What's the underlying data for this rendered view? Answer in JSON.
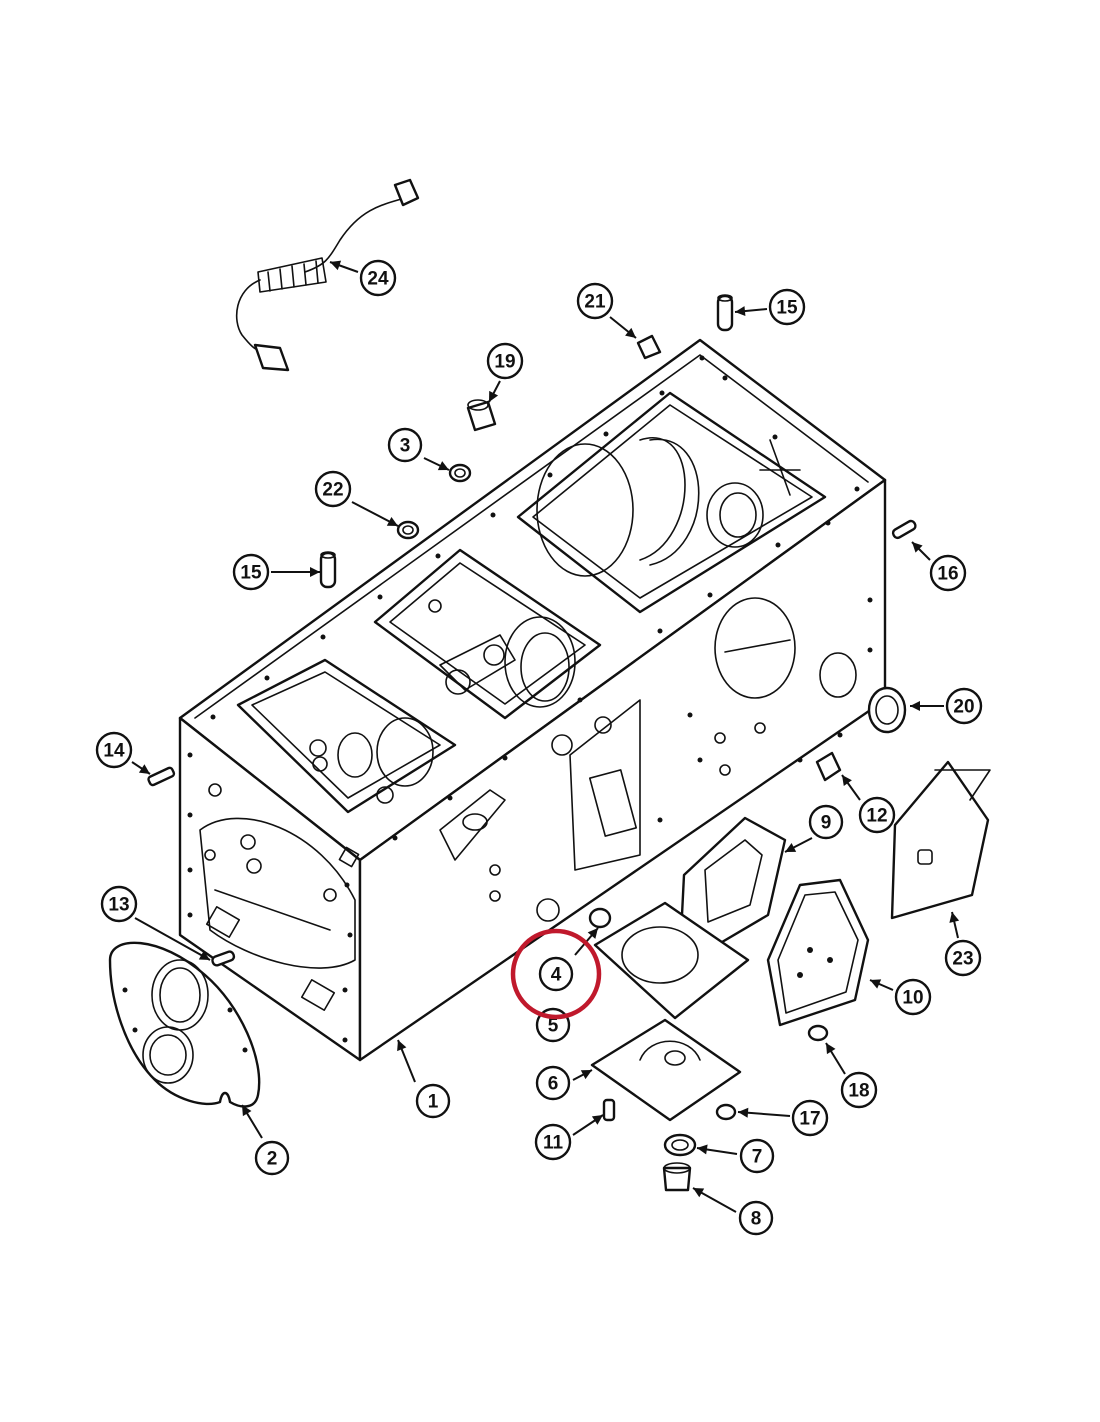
{
  "highlight": {
    "label": "4",
    "color": "#c0192c"
  },
  "callouts": [
    {
      "id": "1",
      "label": "1"
    },
    {
      "id": "2",
      "label": "2"
    },
    {
      "id": "3",
      "label": "3"
    },
    {
      "id": "4",
      "label": "4"
    },
    {
      "id": "5",
      "label": "5"
    },
    {
      "id": "6",
      "label": "6"
    },
    {
      "id": "7",
      "label": "7"
    },
    {
      "id": "8",
      "label": "8"
    },
    {
      "id": "9",
      "label": "9"
    },
    {
      "id": "10",
      "label": "10"
    },
    {
      "id": "11",
      "label": "11"
    },
    {
      "id": "12",
      "label": "12"
    },
    {
      "id": "13",
      "label": "13"
    },
    {
      "id": "14",
      "label": "14"
    },
    {
      "id": "15a",
      "label": "15"
    },
    {
      "id": "15b",
      "label": "15"
    },
    {
      "id": "16",
      "label": "16"
    },
    {
      "id": "17",
      "label": "17"
    },
    {
      "id": "18",
      "label": "18"
    },
    {
      "id": "19",
      "label": "19"
    },
    {
      "id": "20",
      "label": "20"
    },
    {
      "id": "21",
      "label": "21"
    },
    {
      "id": "22",
      "label": "22"
    },
    {
      "id": "23",
      "label": "23"
    },
    {
      "id": "24",
      "label": "24"
    }
  ]
}
